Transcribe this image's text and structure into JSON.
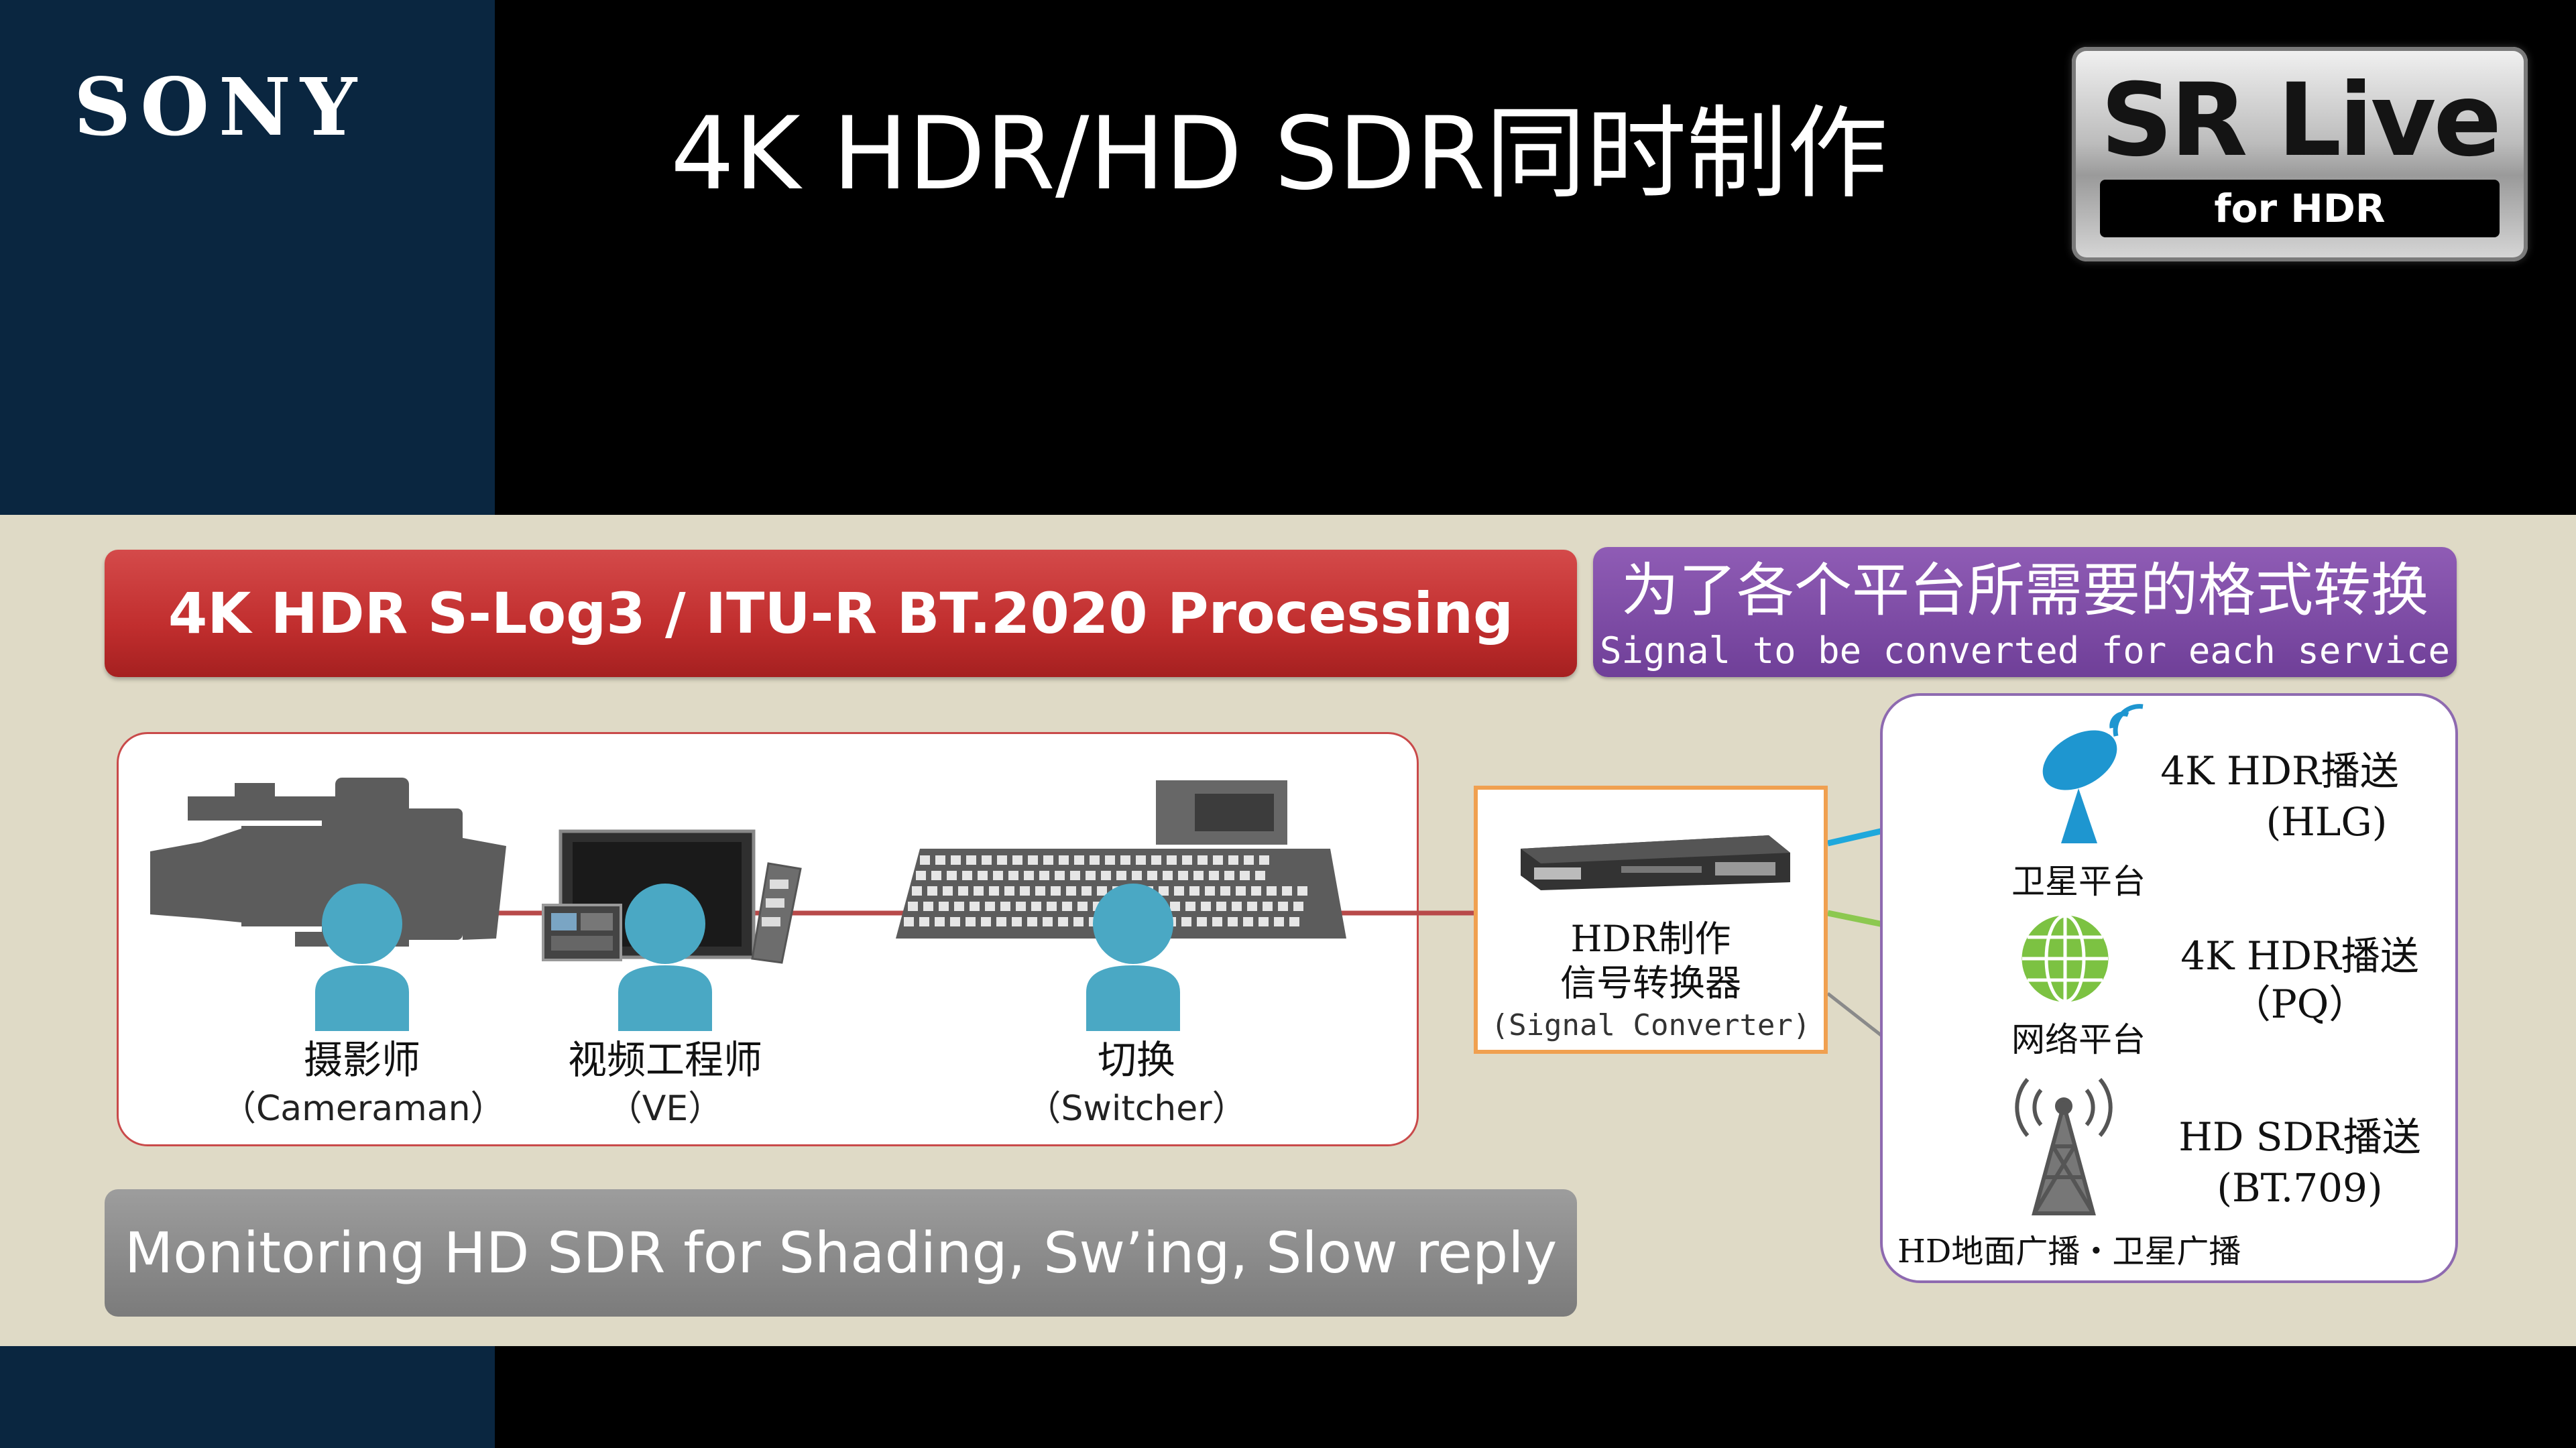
{
  "header": {
    "logo_text": "SONY",
    "title": "4K HDR/HD SDR同时制作",
    "badge": {
      "title": "SR Live",
      "subtitle": "for HDR"
    }
  },
  "banners": {
    "processing": "4K HDR S-Log3 / ITU-R BT.2020 Processing",
    "monitoring": "Monitoring HD SDR for Shading, Sw’ing, Slow reply"
  },
  "conversion_note": {
    "cn": "为了各个平台所需要的格式转换",
    "en": "Signal to be converted for each service"
  },
  "roles": [
    {
      "cn": "摄影师",
      "en": "（Cameraman）"
    },
    {
      "cn": "视频工程师",
      "en": "（VE）"
    },
    {
      "cn": "切换",
      "en": "（Switcher）"
    }
  ],
  "converter": {
    "line1": "HDR制作",
    "line2": "信号转换器",
    "line3": "(Signal Converter)"
  },
  "outputs": [
    {
      "platform": "卫星平台",
      "service": "4K HDR播送",
      "format": "(HLG)",
      "line_color": "#1ea8dc"
    },
    {
      "platform": "网络平台",
      "service": "4K HDR播送",
      "format": "（PQ）",
      "line_color": "#8cc850"
    },
    {
      "platform": "HD地面广播・卫星广播",
      "service": "HD SDR播送",
      "format": "(BT.709)",
      "line_color": "#8a8a8a"
    }
  ],
  "colors": {
    "navy": "#0a2640",
    "red_banner": "#c12e2e",
    "purple": "#7a4aa2",
    "person": "#4aa8c4",
    "signal_line": "#b84a4a",
    "converter_border": "#f0a050",
    "background": "#dfdac6"
  }
}
